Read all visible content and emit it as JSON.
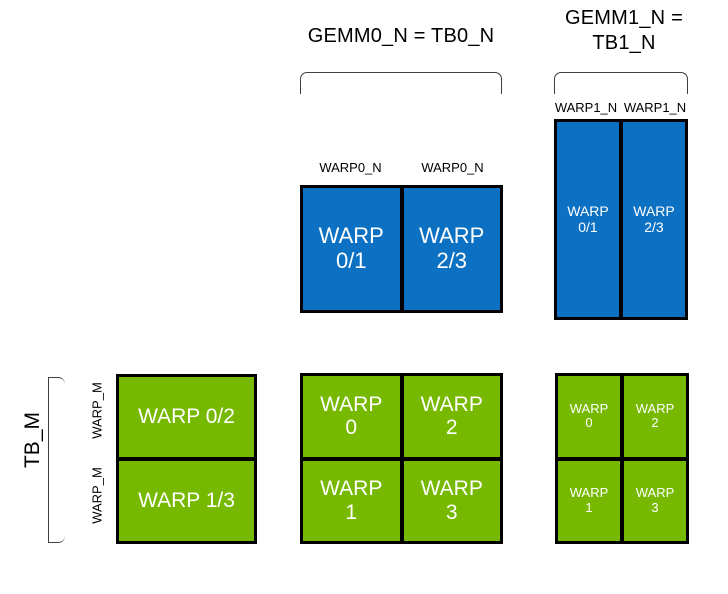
{
  "diagram": {
    "title_gemm0": "GEMM0_N = TB0_N",
    "title_gemm1": "GEMM1_N = TB1_N",
    "colors": {
      "blue": "#0c71c3",
      "green": "#76b900",
      "outline": "#000000",
      "brace": "#404040",
      "text_on_fill": "#ffffff",
      "text": "#000000"
    }
  },
  "labels": {
    "tb_m": "TB_M",
    "warp_m_top": "WARP_M",
    "warp_m_bottom": "WARP_M",
    "warp0_n_left": "WARP0_N",
    "warp0_n_right": "WARP0_N",
    "warp1_n_left": "WARP1_N",
    "warp1_n_right": "WARP1_N"
  },
  "blocks": {
    "blue_gemm0": {
      "fill": "blue",
      "columns": [
        {
          "cells": [
            "WARP\n0/1"
          ]
        },
        {
          "cells": [
            "WARP\n2/3"
          ]
        }
      ]
    },
    "blue_gemm1": {
      "fill": "blue",
      "columns": [
        {
          "cells": [
            "WARP\n0/1"
          ]
        },
        {
          "cells": [
            "WARP\n2/3"
          ]
        }
      ]
    },
    "green_left": {
      "fill": "green",
      "columns": [
        {
          "cells": [
            "WARP 0/2",
            "WARP 1/3"
          ]
        }
      ]
    },
    "green_mid": {
      "fill": "green",
      "columns": [
        {
          "cells": [
            "WARP\n0",
            "WARP\n1"
          ]
        },
        {
          "cells": [
            "WARP\n2",
            "WARP\n3"
          ]
        }
      ]
    },
    "green_right": {
      "fill": "green",
      "columns": [
        {
          "cells": [
            "WARP\n0",
            "WARP\n1"
          ]
        },
        {
          "cells": [
            "WARP\n2",
            "WARP\n3"
          ]
        }
      ]
    }
  },
  "cells": {
    "blue0_c0": "WARP\n0/1",
    "blue0_c1": "WARP\n2/3",
    "blue1_c0": "WARP\n0/1",
    "blue1_c1": "WARP\n2/3",
    "greenL_r0": "WARP 0/2",
    "greenL_r1": "WARP 1/3",
    "greenM_c0r0": "WARP\n0",
    "greenM_c0r1": "WARP\n1",
    "greenM_c1r0": "WARP\n2",
    "greenM_c1r1": "WARP\n3",
    "greenR_c0r0": "WARP\n0",
    "greenR_c0r1": "WARP\n1",
    "greenR_c1r0": "WARP\n2",
    "greenR_c1r1": "WARP\n3"
  }
}
